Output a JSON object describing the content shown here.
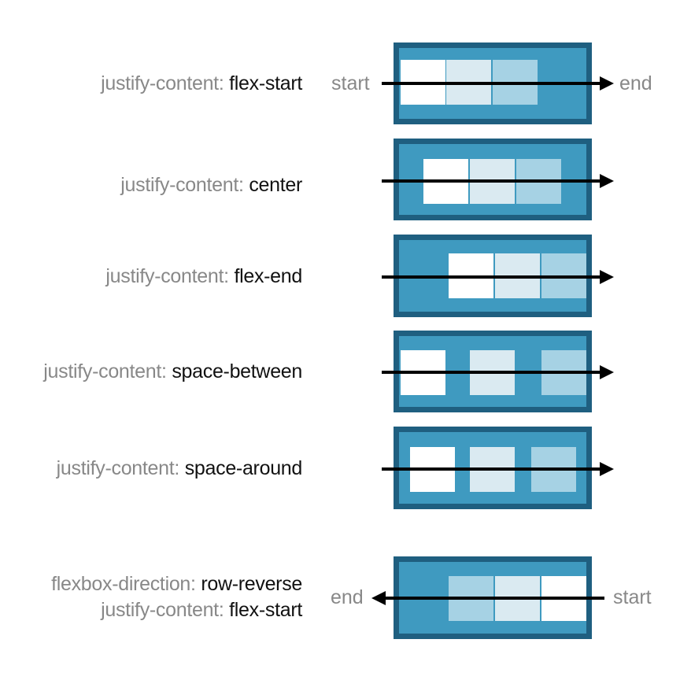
{
  "rows": [
    {
      "prop": "justify-content:",
      "value": "flex-start"
    },
    {
      "prop": "justify-content:",
      "value": "center"
    },
    {
      "prop": "justify-content:",
      "value": "flex-end"
    },
    {
      "prop": "justify-content:",
      "value": "space-between"
    },
    {
      "prop": "justify-content:",
      "value": "space-around"
    },
    {
      "prop1": "flexbox-direction:",
      "value1": "row-reverse",
      "prop2": "justify-content:",
      "value2": "flex-start"
    }
  ],
  "axis_words": {
    "start": "start",
    "end": "end"
  },
  "colors": {
    "container_border": "#1f5f80",
    "container_fill": "#3f9ac0",
    "item_1": "#ffffff",
    "item_2": "#daeaf1",
    "item_3": "#a6d2e4",
    "arrow": "#000000",
    "property_text": "#888888",
    "value_text": "#111111"
  }
}
